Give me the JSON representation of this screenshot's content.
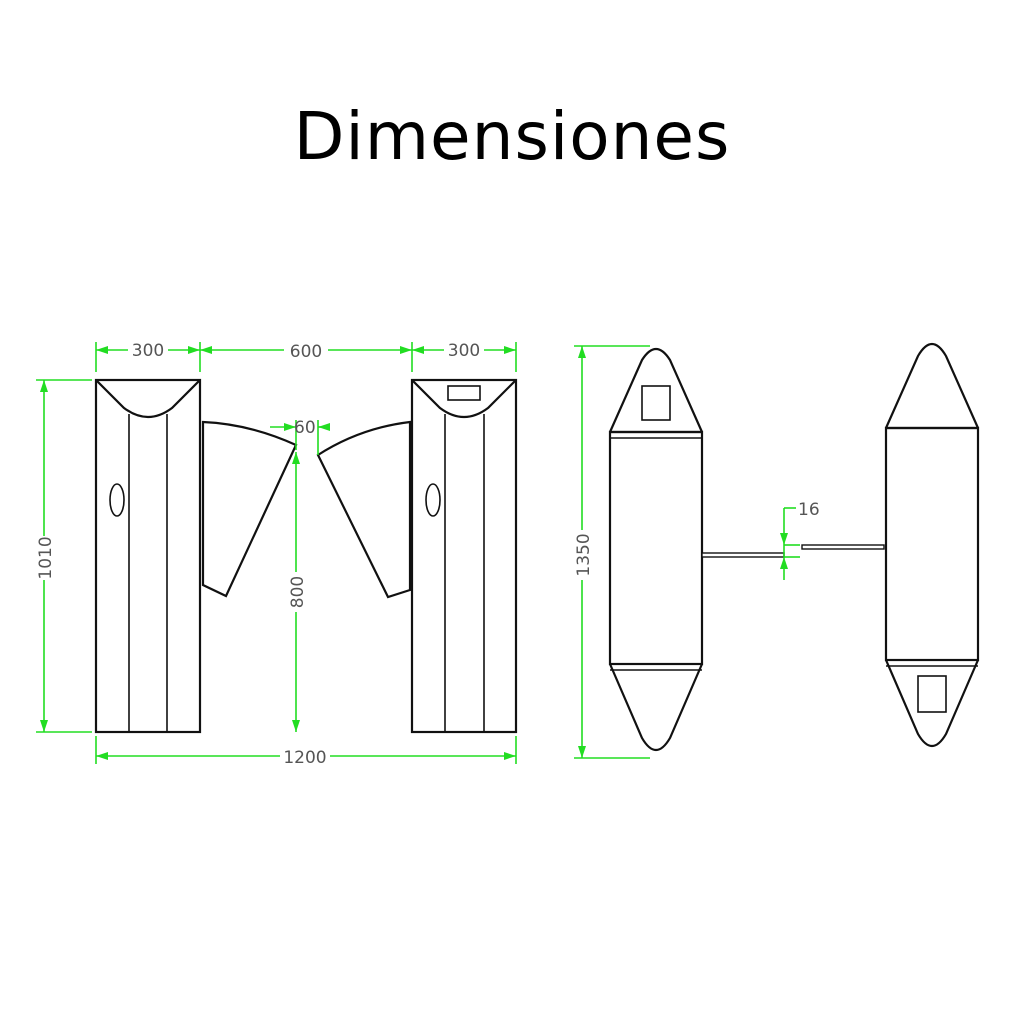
{
  "title": "Dimensiones",
  "colors": {
    "dimension": "#22dd22",
    "outline": "#111111",
    "text": "#555555"
  },
  "dimensions": {
    "cabinet_width_left": "300",
    "passage_width": "600",
    "cabinet_width_right": "300",
    "flap_gap": "60",
    "cabinet_height": "1010",
    "flap_height": "800",
    "total_width": "1200",
    "total_length": "1350",
    "flap_thickness": "16"
  }
}
